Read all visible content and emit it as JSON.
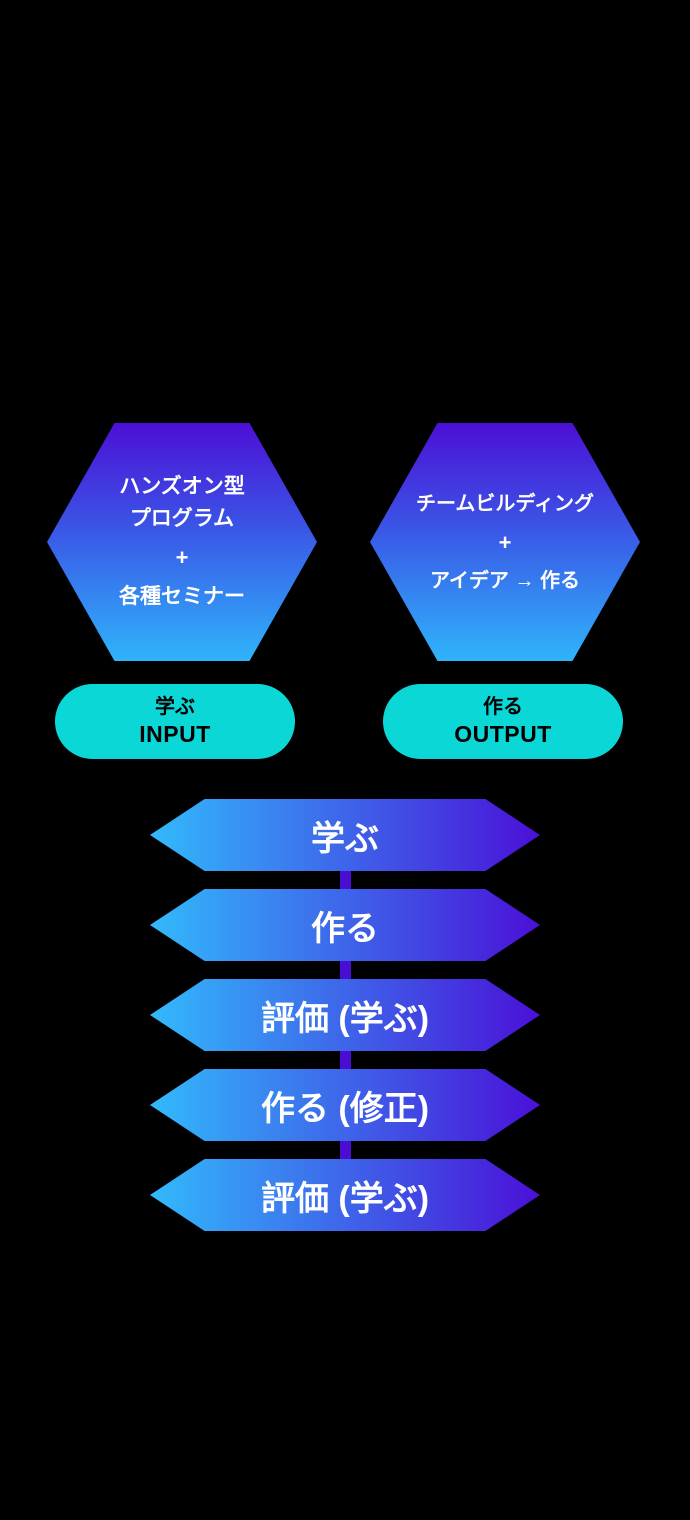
{
  "hexagons": {
    "left": {
      "lines": [
        "ハンズオン型",
        "プログラム",
        "+",
        "各種セミナー"
      ]
    },
    "right": {
      "lines": [
        "チームビルディング",
        "+",
        "アイデア → 作る"
      ]
    }
  },
  "pills": {
    "left": {
      "jp": "学ぶ",
      "en": "INPUT"
    },
    "right": {
      "jp": "作る",
      "en": "OUTPUT"
    }
  },
  "flow_steps": [
    {
      "label": "学ぶ"
    },
    {
      "label": "作る"
    },
    {
      "label": "評価 (学ぶ)"
    },
    {
      "label": "作る (修正)"
    },
    {
      "label": "評価 (学ぶ)"
    }
  ],
  "colors": {
    "background": "#000000",
    "hexagon_gradient_top": "#4c0fd6",
    "hexagon_gradient_bottom": "#2fb4fb",
    "pill_fill": "#0bd7d7",
    "banner_gradient_left": "#32bafb",
    "banner_gradient_right": "#4a10d8",
    "connector": "#4a0ed2",
    "text_light": "#ffffff",
    "text_dark": "#000000"
  }
}
